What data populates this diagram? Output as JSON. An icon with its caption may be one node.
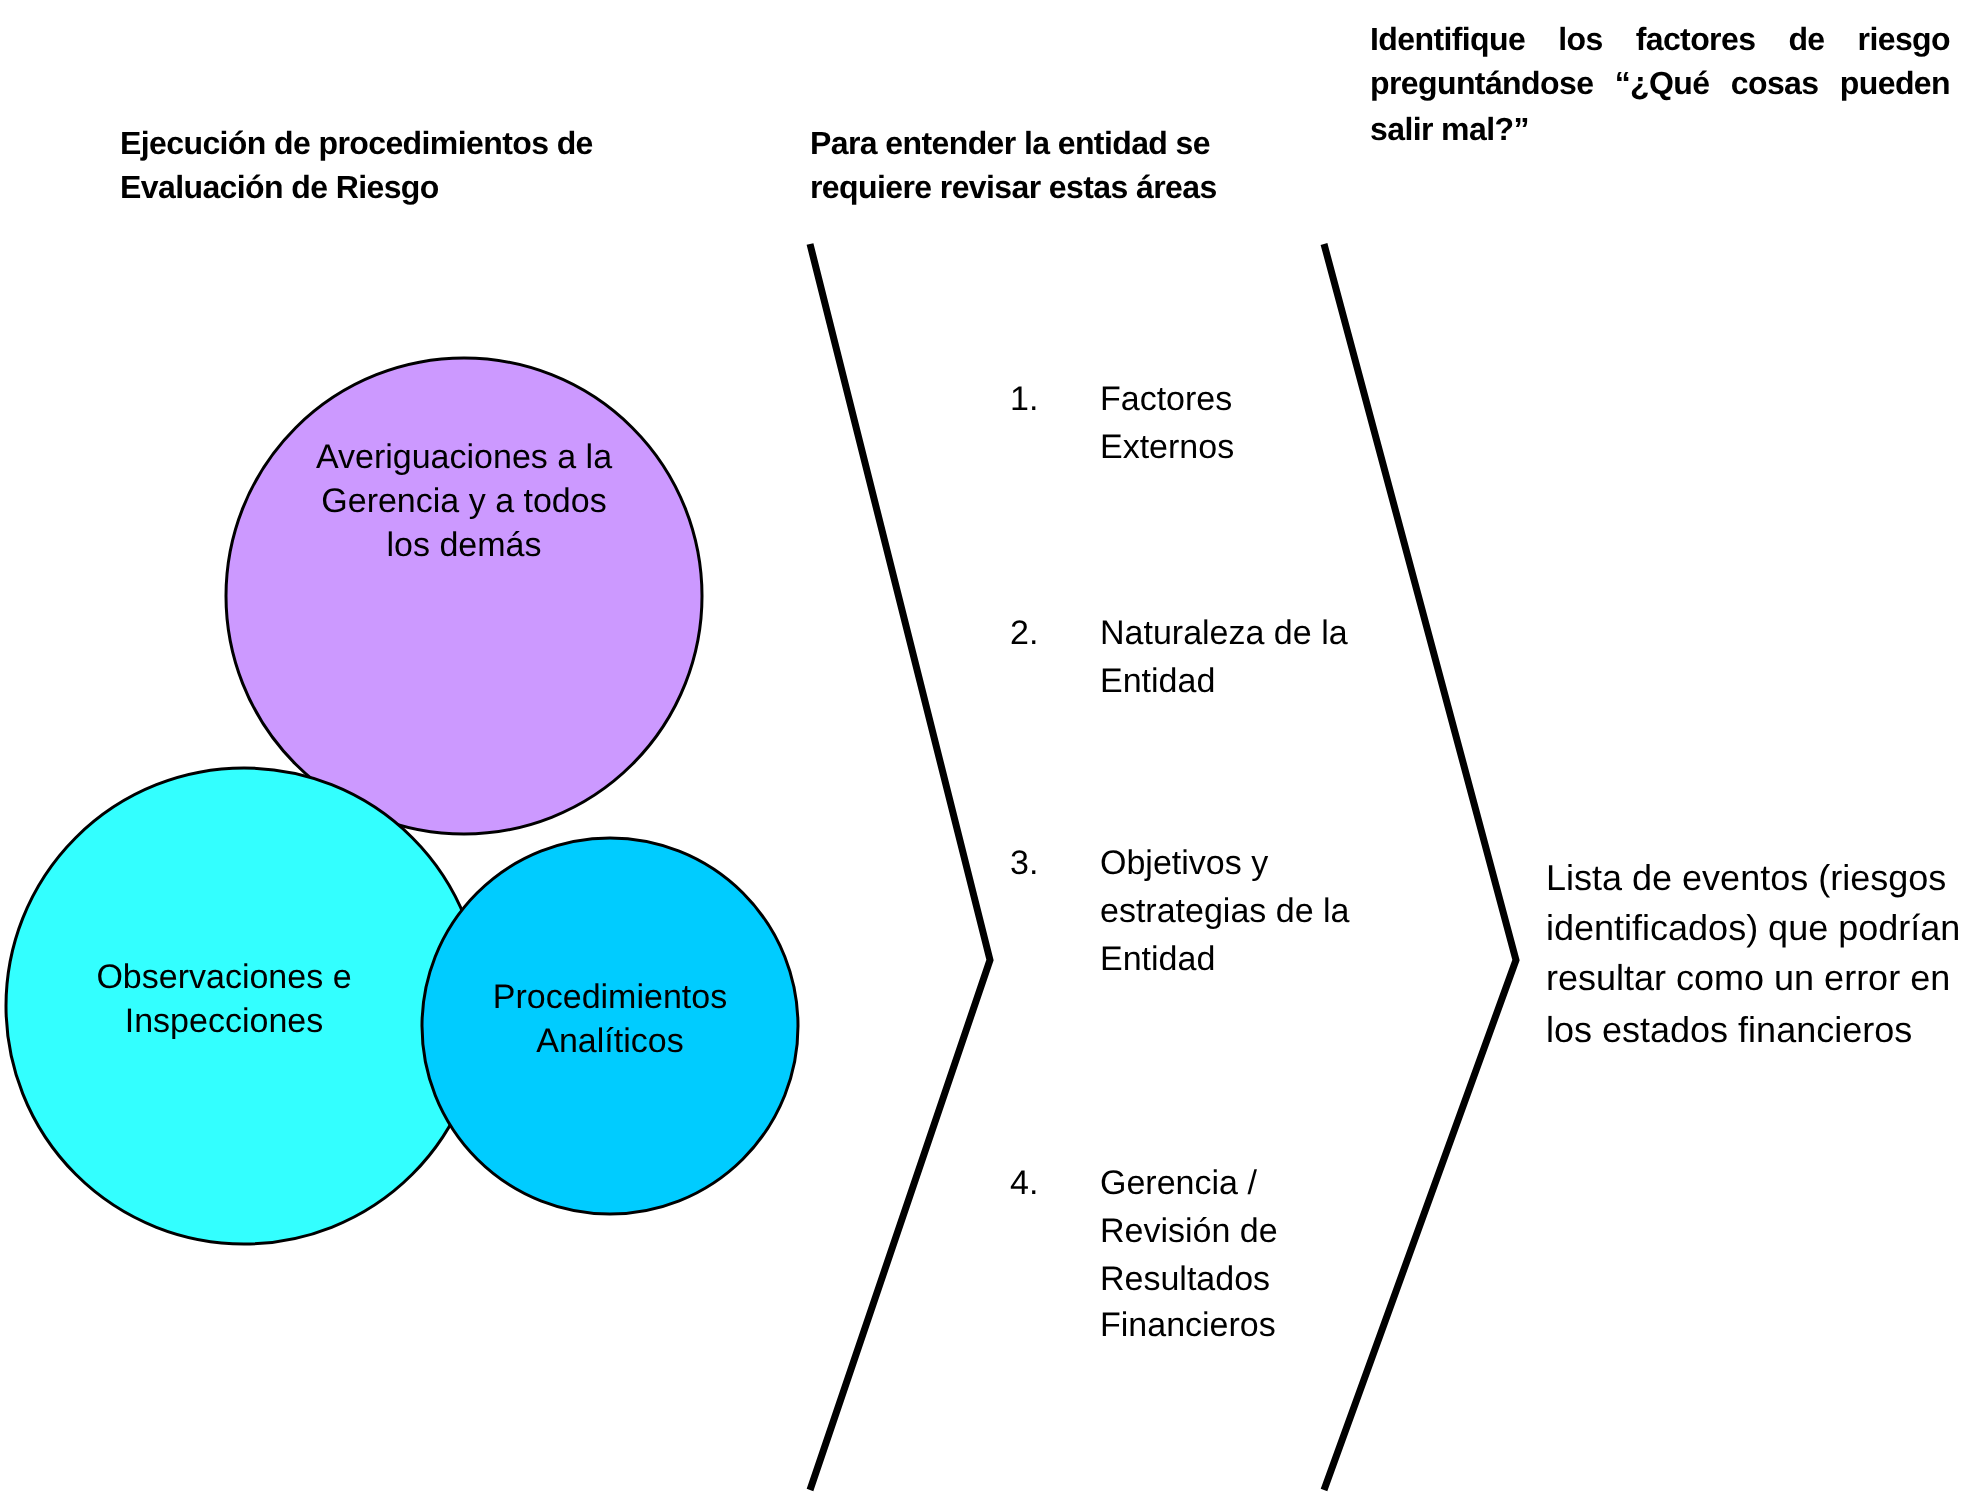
{
  "diagram": {
    "nodes": [
      {
        "text": [
          "Averiguaciones a la Gerencia y a todos los demás"
        ]
      },
      {
        "text": [
          "Observaciones e Inspecciones"
        ]
      },
      {
        "text": [
          "Procedimientos Analíticos"
        ]
      }
    ],
    "labels": [
      "Ejecución de procedimientos de Evaluación de Riesgo",
      "Para entender la entidad se requiere revisar estas áreas",
      "Identifique los factores de riesgo preguntándose “¿Qué cosas pueden salir mal?”",
      "1.",
      "Factores Externos",
      "2.",
      "Naturaleza de la Entidad",
      "3.",
      "Objetivos y estrategias de la Entidad",
      "4.",
      "Gerencia / Revisión de Resultados Financieros",
      "Lista de eventos (riesgos identificados) que podrían resultar como un error en los estados financieros"
    ]
  }
}
